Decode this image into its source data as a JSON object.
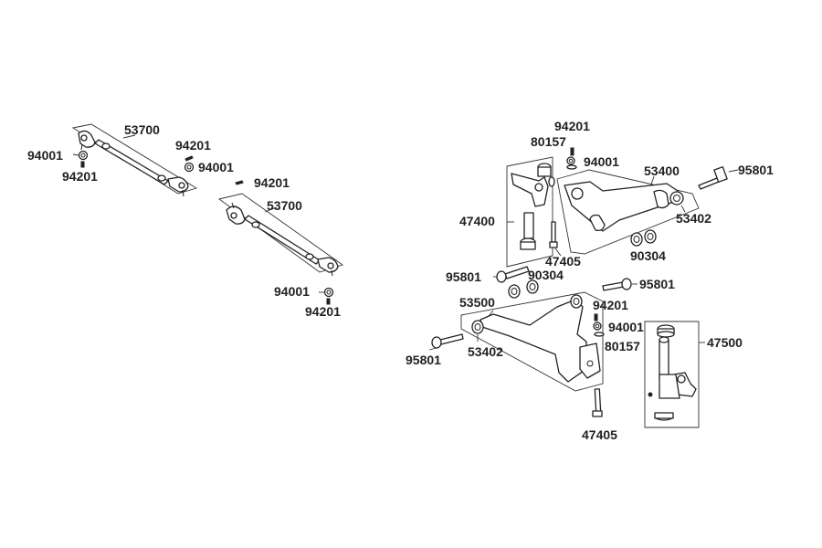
{
  "diagram": {
    "labels": [
      {
        "id": "L1",
        "text": "53700"
      },
      {
        "id": "L2",
        "text": "94001"
      },
      {
        "id": "L3",
        "text": "94201"
      },
      {
        "id": "L4",
        "text": "94201"
      },
      {
        "id": "L5",
        "text": "94001"
      },
      {
        "id": "L6",
        "text": "94201"
      },
      {
        "id": "L7",
        "text": "53700"
      },
      {
        "id": "L8",
        "text": "94001"
      },
      {
        "id": "L9",
        "text": "94201"
      },
      {
        "id": "L10",
        "text": "94201"
      },
      {
        "id": "L11",
        "text": "80157"
      },
      {
        "id": "L12",
        "text": "94001"
      },
      {
        "id": "L13",
        "text": "53400"
      },
      {
        "id": "L14",
        "text": "95801"
      },
      {
        "id": "L15",
        "text": "53402"
      },
      {
        "id": "L16",
        "text": "47400"
      },
      {
        "id": "L17",
        "text": "90304"
      },
      {
        "id": "L18",
        "text": "47405"
      },
      {
        "id": "L19",
        "text": "95801"
      },
      {
        "id": "L20",
        "text": "90304"
      },
      {
        "id": "L21",
        "text": "95801"
      },
      {
        "id": "L22",
        "text": "53500"
      },
      {
        "id": "L23",
        "text": "94201"
      },
      {
        "id": "L24",
        "text": "94001"
      },
      {
        "id": "L25",
        "text": "47500"
      },
      {
        "id": "L26",
        "text": "80157"
      },
      {
        "id": "L27",
        "text": "95801"
      },
      {
        "id": "L28",
        "text": "53402"
      },
      {
        "id": "L29",
        "text": "47405"
      }
    ]
  }
}
